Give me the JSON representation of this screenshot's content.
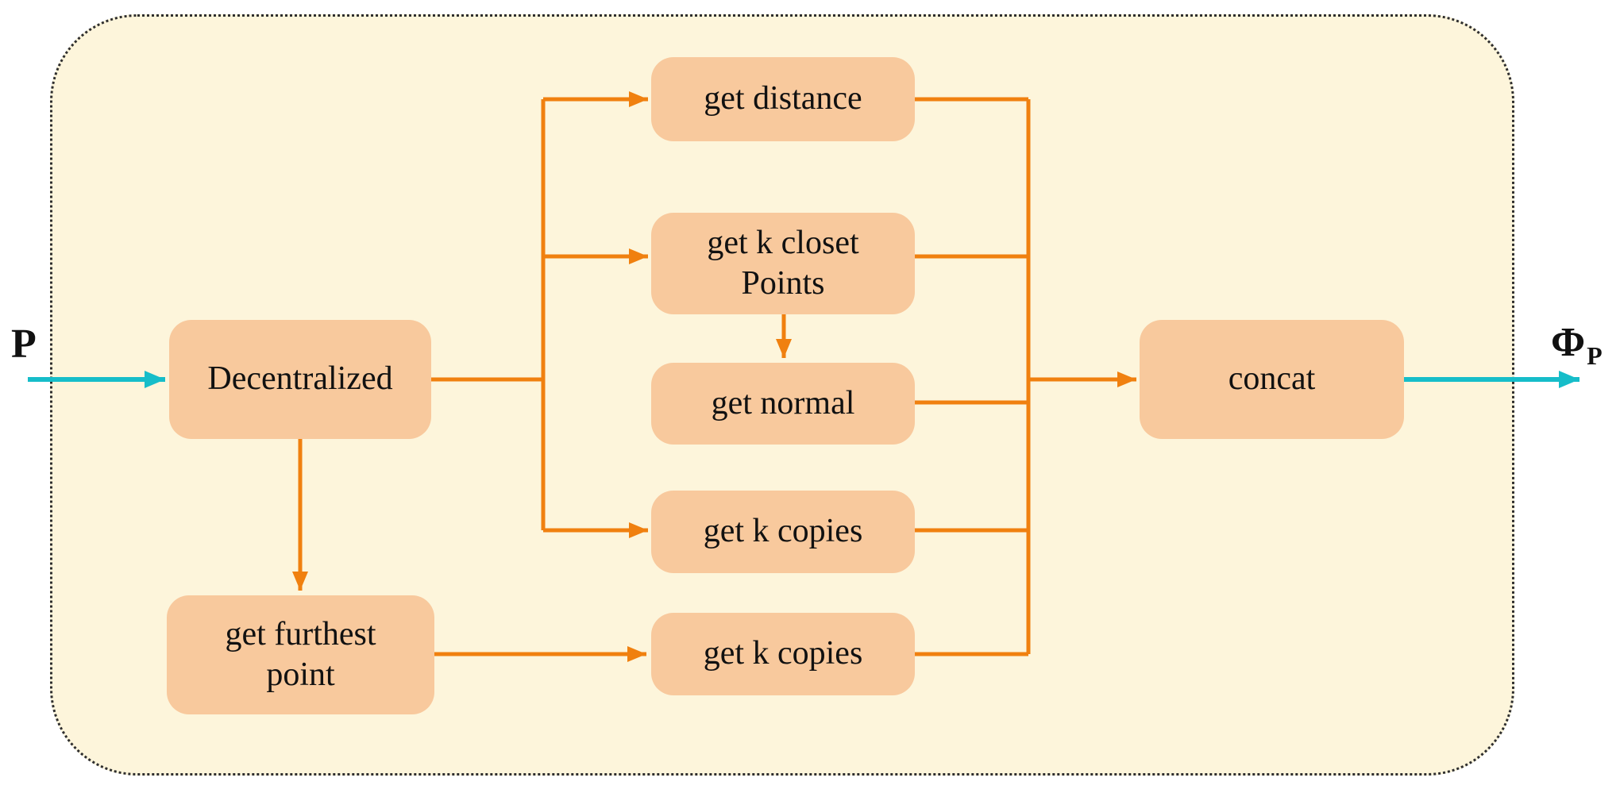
{
  "diagram": {
    "input_label": "P",
    "output_label_base": "Φ",
    "output_label_sub": "P",
    "nodes": {
      "decentralized": "Decentralized",
      "get_distance": "get distance",
      "get_k_closest": "get k closet\nPoints",
      "get_normal": "get normal",
      "get_k_copies_top": "get k copies",
      "get_k_copies_bottom": "get k copies",
      "get_furthest": "get furthest\npoint",
      "concat": "concat"
    },
    "edges": [
      {
        "from": "P",
        "to": "decentralized"
      },
      {
        "from": "decentralized",
        "to": "get_distance"
      },
      {
        "from": "decentralized",
        "to": "get_k_closest"
      },
      {
        "from": "decentralized",
        "to": "get_k_copies_top"
      },
      {
        "from": "decentralized",
        "to": "get_furthest"
      },
      {
        "from": "get_k_closest",
        "to": "get_normal"
      },
      {
        "from": "get_furthest",
        "to": "get_k_copies_bottom"
      },
      {
        "from": "get_distance",
        "to": "concat"
      },
      {
        "from": "get_k_closest",
        "to": "concat"
      },
      {
        "from": "get_normal",
        "to": "concat"
      },
      {
        "from": "get_k_copies_top",
        "to": "concat"
      },
      {
        "from": "get_k_copies_bottom",
        "to": "concat"
      },
      {
        "from": "concat",
        "to": "Φ_P"
      }
    ],
    "colors": {
      "canvas": "#ffffff",
      "panel_fill": "#FDF5DB",
      "panel_border": "#2e2e2e",
      "node_fill": "#F8C99D",
      "line_orange": "#F0800F",
      "line_cyan": "#16BDC9",
      "text": "#111111"
    }
  }
}
